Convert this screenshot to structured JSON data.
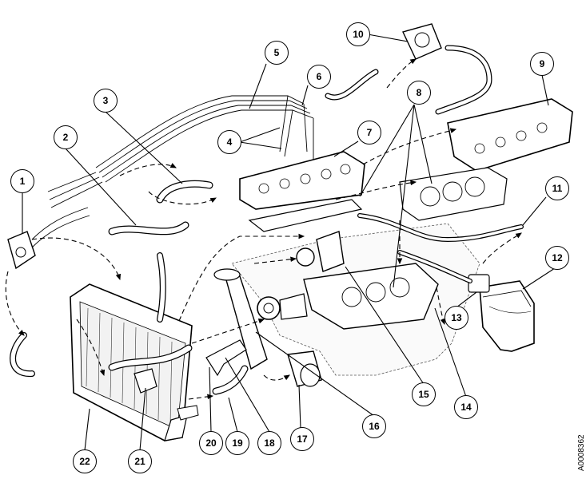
{
  "figure_ref": "A0008362",
  "callouts": [
    {
      "id": "c1",
      "label": "1"
    },
    {
      "id": "c2",
      "label": "2"
    },
    {
      "id": "c3",
      "label": "3"
    },
    {
      "id": "c4",
      "label": "4"
    },
    {
      "id": "c5",
      "label": "5"
    },
    {
      "id": "c6",
      "label": "6"
    },
    {
      "id": "c7",
      "label": "7"
    },
    {
      "id": "c8",
      "label": "8"
    },
    {
      "id": "c9",
      "label": "9"
    },
    {
      "id": "c10",
      "label": "10"
    },
    {
      "id": "c11",
      "label": "11"
    },
    {
      "id": "c12",
      "label": "12"
    },
    {
      "id": "c13",
      "label": "13"
    },
    {
      "id": "c14",
      "label": "14"
    },
    {
      "id": "c15",
      "label": "15"
    },
    {
      "id": "c16",
      "label": "16"
    },
    {
      "id": "c17",
      "label": "17"
    },
    {
      "id": "c18",
      "label": "18"
    },
    {
      "id": "c19",
      "label": "19"
    },
    {
      "id": "c20",
      "label": "20"
    },
    {
      "id": "c21",
      "label": "21"
    },
    {
      "id": "c22",
      "label": "22"
    }
  ]
}
